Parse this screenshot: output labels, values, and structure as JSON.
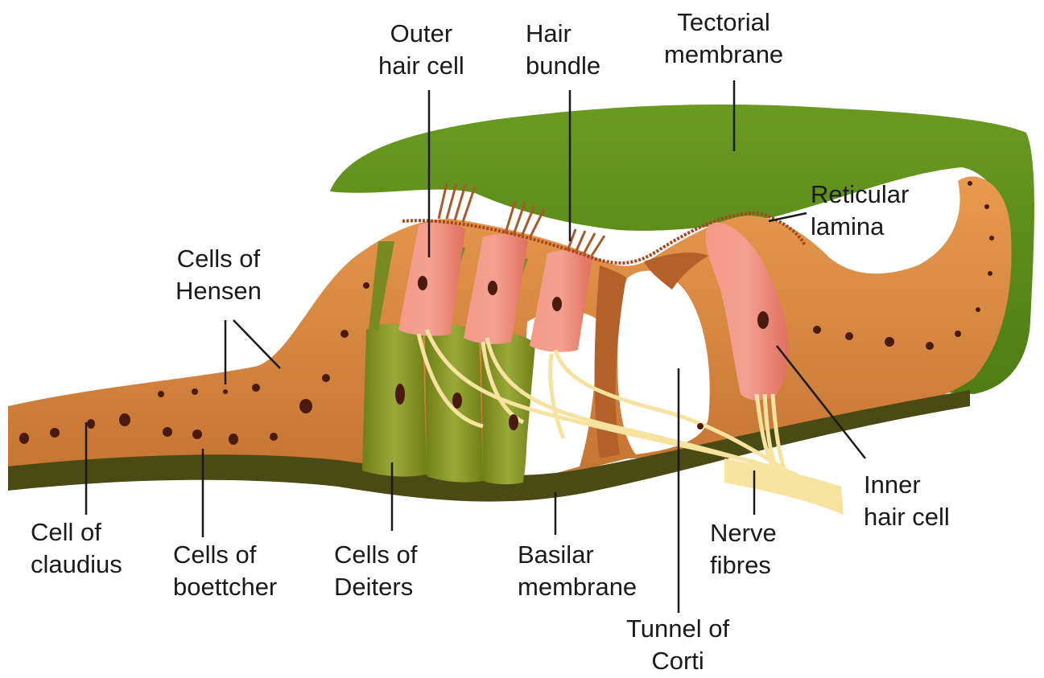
{
  "colors": {
    "tectorial": "#5a8a1a",
    "tectorial_dark": "#3f6a10",
    "tissue": "#d88a3e",
    "tissue_dark": "#a8561e",
    "tissue_light": "#f0b06e",
    "basilar": "#4a4a14",
    "deiters": "#8a9a2a",
    "hair_cell": "#f08a78",
    "nucleus": "#4a1a0e",
    "nerve": "#f7e3a0",
    "leader": "#1a1a1a"
  },
  "labels": {
    "outer_hair_cell": [
      "Outer",
      "hair cell"
    ],
    "hair_bundle": [
      "Hair",
      "bundle"
    ],
    "tectorial_membrane": [
      "Tectorial",
      "membrane"
    ],
    "reticular_lamina": [
      "Reticular",
      "lamina"
    ],
    "cells_of_hensen": [
      "Cells of",
      "Hensen"
    ],
    "cell_of_claudius": [
      "Cell of",
      "claudius"
    ],
    "cells_of_boettcher": [
      "Cells of",
      "boettcher"
    ],
    "cells_of_deiters": [
      "Cells of",
      "Deiters"
    ],
    "basilar_membrane": [
      "Basilar",
      "membrane"
    ],
    "tunnel_of_corti": [
      "Tunnel of",
      "Corti"
    ],
    "nerve_fibres": [
      "Nerve",
      "fibres"
    ],
    "inner_hair_cell": [
      "Inner",
      "hair cell"
    ]
  }
}
